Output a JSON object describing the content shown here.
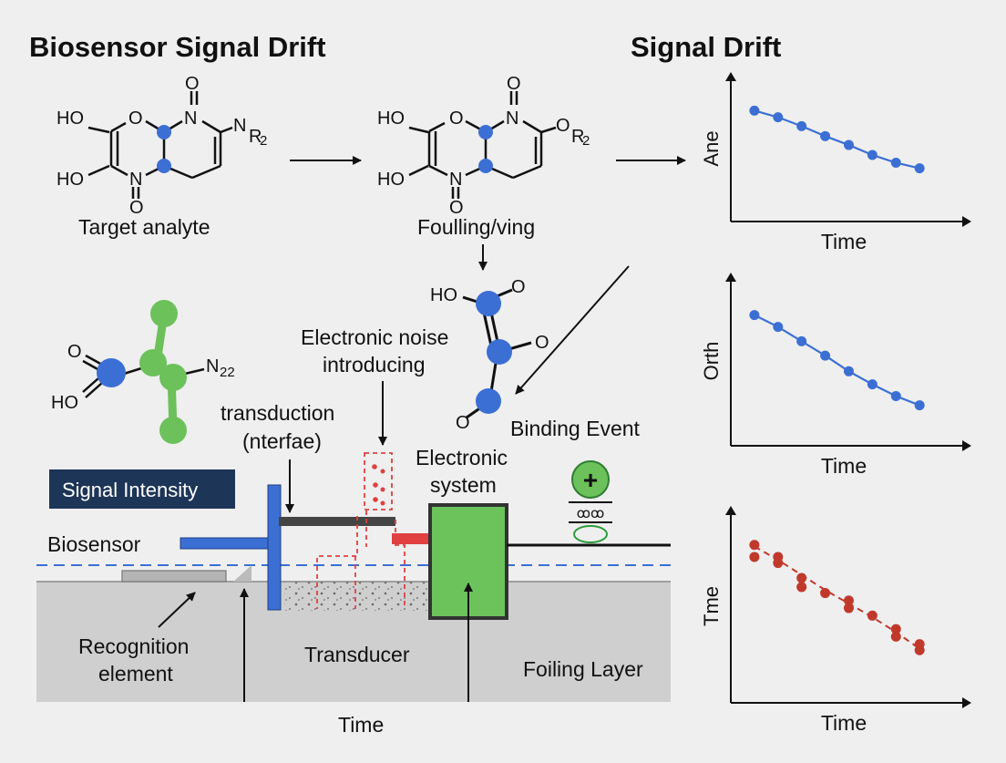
{
  "titles": {
    "main": "Biosensor Signal Drift",
    "drift": "Signal Drift"
  },
  "molecule_1": {
    "caption": "Target analyte",
    "atoms": [
      "HO",
      "O",
      "N",
      "O",
      "N",
      "R",
      "2",
      "HO",
      "N",
      "O"
    ]
  },
  "molecule_2": {
    "caption": "Foulling/ving",
    "atoms": [
      "HO",
      "O",
      "N",
      "O",
      "O",
      "R",
      "2",
      "HO",
      "N",
      "O"
    ]
  },
  "molecule_3": {
    "atoms": [
      "HO",
      "O",
      "O",
      "O"
    ]
  },
  "molecule_4": {
    "atoms": [
      "O",
      "HO",
      "N",
      "22"
    ]
  },
  "diagram": {
    "electronic_noise": [
      "Electronic noise",
      "introducing"
    ],
    "binding_event": "Binding Event",
    "transduction": [
      "transduction",
      "(nterfae)"
    ],
    "signal_intensity": "Signal Intensity",
    "electronic_system": [
      "Electronic",
      "system"
    ],
    "biosensor": "Biosensor",
    "recognition": [
      "Recognition",
      "element"
    ],
    "transducer": "Transducer",
    "fouling_layer": "Foiling Layer",
    "time": "Time",
    "plus": "+",
    "squiggle": "ꝏꝏ"
  },
  "colors": {
    "blue_node": "#3b6fd4",
    "green_node": "#6cc15a",
    "drift_blue": "#3b6fd4",
    "drift_red": "#c0392b",
    "system_green": "#6cc35c",
    "navy_box": "#1d3557",
    "noise_red": "#e04040",
    "substrate": "#cfcfcf"
  },
  "chart_data": [
    {
      "type": "line",
      "xlabel": "Time",
      "ylabel": "Ane",
      "x": [
        1,
        2,
        3,
        4,
        5,
        6,
        7,
        8
      ],
      "series": [
        {
          "values": [
            10,
            9.4,
            8.6,
            7.7,
            6.9,
            6.0,
            5.3,
            4.8
          ]
        }
      ],
      "ylim": [
        0,
        12
      ],
      "xlim": [
        0,
        9.5
      ],
      "marker_style": "point",
      "line_style": "solid",
      "color": "#3b6fd4"
    },
    {
      "type": "line",
      "xlabel": "Time",
      "ylabel": "Orth",
      "x": [
        1,
        2,
        3,
        4,
        5,
        6,
        7,
        8
      ],
      "series": [
        {
          "values": [
            10,
            9.1,
            8.0,
            6.9,
            5.7,
            4.7,
            3.8,
            3.1
          ]
        }
      ],
      "ylim": [
        0,
        12
      ],
      "xlim": [
        0,
        9.5
      ],
      "marker_style": "point",
      "line_style": "solid",
      "color": "#3b6fd4"
    },
    {
      "type": "scatter",
      "xlabel": "Time",
      "ylabel": "Tme",
      "x": [
        1,
        1,
        2,
        2,
        3,
        3,
        4,
        5,
        5,
        6,
        7,
        7,
        8,
        8
      ],
      "series": [
        {
          "values": [
            10.5,
            9.7,
            9.7,
            9.3,
            8.3,
            7.7,
            7.3,
            6.8,
            6.3,
            5.8,
            4.9,
            4.4,
            3.9,
            3.5
          ]
        }
      ],
      "trend": {
        "x": [
          1,
          2,
          3,
          4,
          5,
          6,
          7,
          8
        ],
        "values": [
          10.4,
          9.5,
          8.5,
          7.5,
          6.6,
          5.7,
          4.7,
          3.6
        ]
      },
      "ylim": [
        0,
        12
      ],
      "xlim": [
        0,
        9.5
      ],
      "line_style": "dashed",
      "color": "#c0392b"
    }
  ]
}
